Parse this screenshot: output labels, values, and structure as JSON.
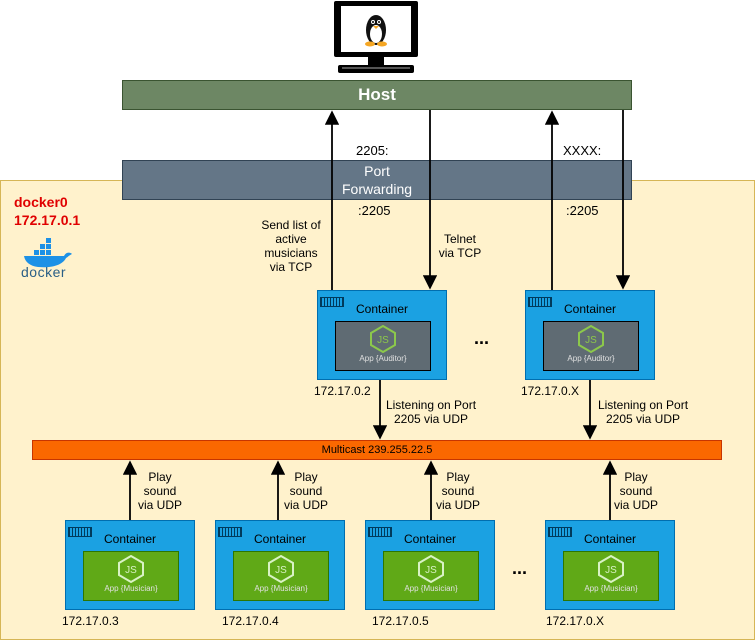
{
  "host": {
    "label": "Host"
  },
  "port_forwarding": {
    "line1": "Port",
    "line2": "Forwarding"
  },
  "ports": {
    "left_top": "2205:",
    "left_bottom": ":2205",
    "right_top": "XXXX:",
    "right_bottom": ":2205"
  },
  "docker": {
    "name": "docker0",
    "ip": "172.17.0.1",
    "logo_text": "docker"
  },
  "annotations": {
    "send_list": [
      "Send list of",
      "active",
      "musicians",
      "via TCP"
    ],
    "telnet": [
      "Telnet",
      "via TCP"
    ],
    "listening": [
      "Listening on Port",
      "2205 via UDP"
    ],
    "play_sound": [
      "Play",
      "sound",
      "via UDP"
    ]
  },
  "multicast": {
    "label": "Multicast 239.255.22.5"
  },
  "container_label": "Container",
  "auditors": [
    {
      "app": "App {Auditor}",
      "ip": "172.17.0.2"
    },
    {
      "app": "App {Auditor}",
      "ip": "172.17.0.X"
    }
  ],
  "musicians": [
    {
      "app": "App {Musician}",
      "ip": "172.17.0.3"
    },
    {
      "app": "App {Musician}",
      "ip": "172.17.0.4"
    },
    {
      "app": "App {Musician}",
      "ip": "172.17.0.5"
    },
    {
      "app": "App {Musician}",
      "ip": "172.17.0.X"
    }
  ],
  "ellipsis": "...",
  "node_icon_text": "JS",
  "colors": {
    "host": "#6d8764",
    "port_forwarding": "#647687",
    "zone": "#fff2cc",
    "container": "#1ba1e2",
    "musician_app": "#60a917",
    "auditor_app": "#5f6b73",
    "multicast": "#fa6800",
    "docker_title": "#e00000"
  }
}
